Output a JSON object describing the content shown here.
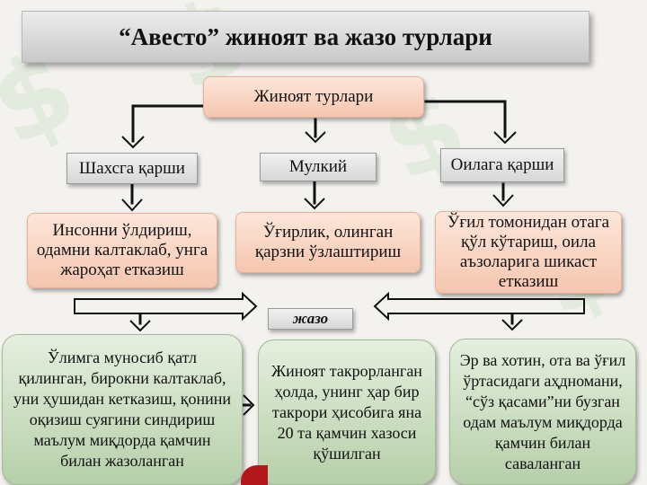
{
  "title": "“Авесто” жиноят ва жазо турлари",
  "root": "Жиноят турлари",
  "categories": [
    {
      "label": "Шахсга қарши",
      "desc": "Инсонни ўлдириш, одамни калтаклаб, унга жароҳат етказиш",
      "punishment": "Ўлимга муносиб қатл қилинган, бирокни калтаклаб, уни ҳушидан кетказиш, қонини оқизиш суягини синдириш маълум миқдорда қамчин билан жазоланган"
    },
    {
      "label": "Мулкий",
      "desc": "Ўғирлик, олинган қарзни ўзлаштириш",
      "punishment": "Жиноят такрорланган ҳолда, унинг ҳар бир такрори ҳисобига яна 20 та қамчин хазоси қўшилган"
    },
    {
      "label": "Оилага қарши",
      "desc": "Ўғил томонидан отага қўл кўтариш, оила аъзоларига шикаст етказиш",
      "punishment": "Эр ва хотин, ота ва ўғил ўртасидаги аҳдномани, “сўз қасами”ни бузган одам маълум миқдорда қамчин билан саваланган"
    }
  ],
  "punishment_label": "жазо",
  "watermark": "$"
}
